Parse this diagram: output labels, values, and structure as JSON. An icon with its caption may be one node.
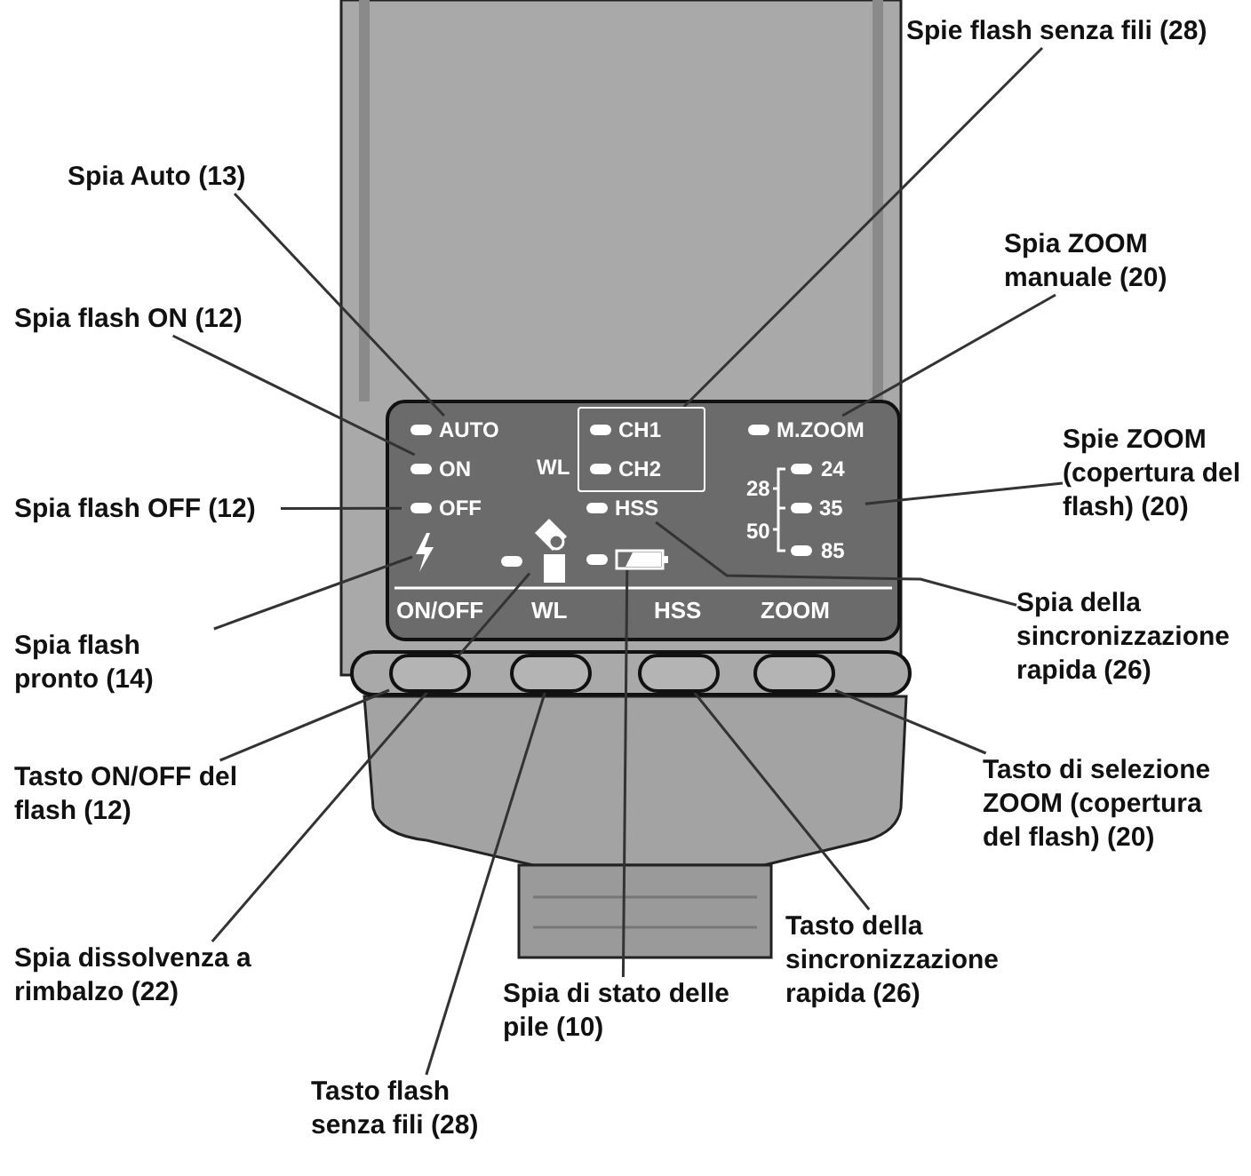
{
  "diagram": {
    "nodes": [
      {
        "text": [
          "Spie flash senza fili (28)"
        ]
      },
      {
        "text": [
          "Spia Auto (13)"
        ]
      },
      {
        "text": [
          "Spia ZOOM manuale (20)"
        ]
      },
      {
        "text": [
          "Spia flash ON (12)"
        ]
      },
      {
        "text": [
          "AUTO"
        ]
      },
      {
        "text": [
          "CH1",
          "CH2"
        ]
      },
      {
        "text": [
          "M.ZOOM"
        ]
      },
      {
        "text": [
          "ON"
        ]
      },
      {
        "text": [
          "Spie ZOOM (copertura del flash) (20)"
        ]
      },
      {
        "text": [
          "Spia flash OFF (12)"
        ]
      },
      {
        "text": [
          "OFF"
        ]
      },
      {
        "text": [
          "HSS"
        ]
      },
      {
        "text": [
          "35"
        ]
      },
      {
        "text": [],
        "shape": "lightning"
      },
      {
        "text": [],
        "shape": "icon"
      },
      {
        "text": [],
        "shape": "battery"
      },
      {
        "text": [
          "Spia della sincronizzazione rapida (26)"
        ]
      },
      {
        "text": [
          "Spia flash pronto (14)"
        ]
      },
      {
        "text": [],
        "shape": "button"
      },
      {
        "text": [],
        "shape": "button"
      },
      {
        "text": [],
        "shape": "button"
      },
      {
        "text": [],
        "shape": "button"
      },
      {
        "text": [
          "Tasto ON/OFF del flash (12)"
        ]
      },
      {
        "text": [
          "Tasto di selezione ZOOM (copertura del flash) (20)"
        ]
      },
      {
        "text": [
          "Spia dissolvenza a rimbalzo (22)"
        ]
      },
      {
        "text": [
          "Tasto della sincronizzazione rapida (26)"
        ]
      },
      {
        "text": [
          "Spia di stato delle pile (10)"
        ]
      },
      {
        "text": [
          "Tasto flash senza fili (28)"
        ]
      }
    ],
    "edges": [
      {
        "from": 0,
        "to": 5,
        "arrow": "none"
      },
      {
        "from": 1,
        "to": 4,
        "arrow": "none"
      },
      {
        "from": 2,
        "to": 6,
        "arrow": "none"
      },
      {
        "from": 3,
        "to": 7,
        "arrow": "none"
      },
      {
        "from": 8,
        "to": 12,
        "arrow": "none"
      },
      {
        "from": 9,
        "to": 10,
        "arrow": "none"
      },
      {
        "from": 16,
        "to": 11,
        "arrow": "none"
      },
      {
        "from": 17,
        "to": 13,
        "arrow": "none"
      },
      {
        "from": 22,
        "to": 18,
        "arrow": "none"
      },
      {
        "from": 23,
        "to": 21,
        "arrow": "none"
      },
      {
        "from": 24,
        "to": 14,
        "arrow": "none"
      },
      {
        "from": 25,
        "to": 20,
        "arrow": "none"
      },
      {
        "from": 26,
        "to": 15,
        "arrow": "none"
      },
      {
        "from": 27,
        "to": 19,
        "arrow": "none"
      }
    ],
    "labels": [
      "WL",
      "28",
      "24",
      "50",
      "85",
      "ON/OFF",
      "WL",
      "HSS",
      "ZOOM"
    ]
  }
}
